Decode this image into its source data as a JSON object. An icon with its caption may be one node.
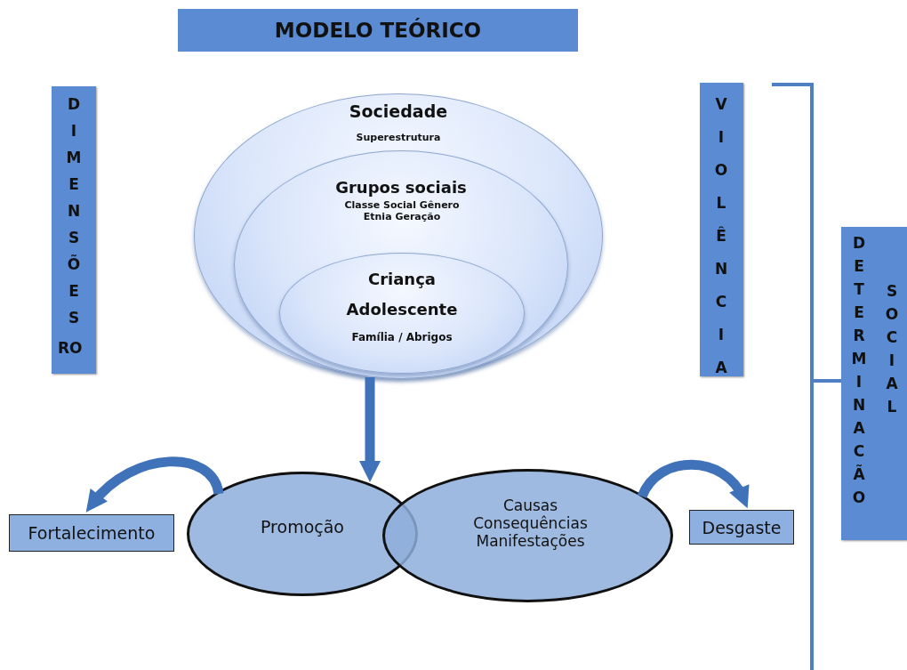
{
  "diagram": {
    "title": "MODELO TEÓRICO",
    "nodes": [
      {
        "text": [
          "DIMENSÕES",
          "RO"
        ]
      },
      {
        "text": [
          "Sociedade",
          "Superestrutura"
        ]
      },
      {
        "text": [
          "Grupos sociais",
          "Classe Social Gênero Etnia Geração"
        ],
        "in": 1
      },
      {
        "text": [
          "Criança",
          "Adolescente",
          "Família / Abrigos"
        ],
        "in": 2
      },
      {
        "text": [
          "VIOLÊNCIA"
        ]
      },
      {
        "text": [
          "DETERMINACÃO",
          "SOCIAL"
        ]
      },
      {
        "text": [
          "Promoção"
        ]
      },
      {
        "text": [
          "Causas Consequências Manifestações"
        ]
      },
      {
        "text": [
          "Fortalecimento"
        ]
      },
      {
        "text": [
          "Desgaste"
        ]
      }
    ],
    "edges": [
      {
        "from": 1,
        "to": 6,
        "arrow": "to"
      },
      {
        "from": 6,
        "to": 8,
        "arrow": "to"
      },
      {
        "from": 7,
        "to": 9,
        "arrow": "to"
      }
    ]
  }
}
